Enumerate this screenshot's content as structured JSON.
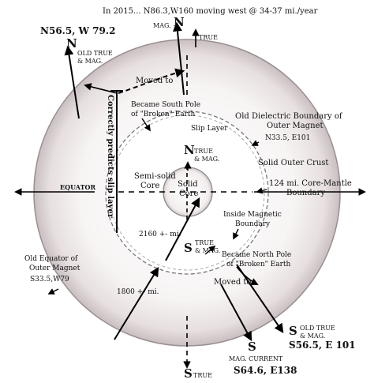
{
  "header": "In 2015... N86.3,W160 moving west @ 34-37 mi./year",
  "top_mag_n_label": "MAG.",
  "top_n": "N",
  "top_true_label": "TRUE",
  "nw_coord": "N56.5, W 79.2",
  "nw_n": "N",
  "nw_sub_line1": "OLD TRUE",
  "nw_sub_line2": "& MAG.",
  "moved_to_top": "Moved to",
  "vertical_note": "Correctly predicts slip layer",
  "south_pole_line1": "Became South Pole",
  "south_pole_line2": "of \"Broken\" Earth",
  "slip_layer": "Slip Layer",
  "old_dielectric_line1": "Old Dielectric Boundary of",
  "old_dielectric_line2": "Outer Magnet",
  "old_dielectric_coord": "N33.5, E101",
  "solid_outer_crust": "Solid Outer Crust",
  "semi_solid_line1": "Semi-solid",
  "semi_solid_line2": "Core",
  "solid_core_line1": "Solid",
  "solid_core_line2": "Core",
  "core_n": "N",
  "core_n_sub1": "TRUE",
  "core_n_sub2": "& MAG.",
  "core_s": "S",
  "core_s_sub1": "TRUE",
  "core_s_sub2": "& MAG.",
  "equator": "EQUATOR",
  "mantle_line1": "124 mi. Core-Mantle",
  "mantle_line2": "Boundary",
  "inside_mag_line1": "Inside Magnetic",
  "inside_mag_line2": "Boundary",
  "dist_2160": "2160 +- mi.",
  "north_pole_line1": "Became North Pole",
  "north_pole_line2": "of \"Broken\" Earth",
  "old_equator_line1": "Old Equator of",
  "old_equator_line2": "Outer Magnet",
  "old_equator_coord": "S33.5,W79",
  "dist_1800": "1800 +- mi.",
  "moved_to_bottom": "Moved to",
  "se_s": "S",
  "se_sub1": "OLD TRUE",
  "se_sub2": "& MAG.",
  "se_coord": "S56.5, E 101",
  "mag_s": "S",
  "mag_current": "MAG. CURRENT",
  "mag_coord": "S64.6, E138",
  "bottom_s": "S",
  "bottom_true": "TRUE"
}
